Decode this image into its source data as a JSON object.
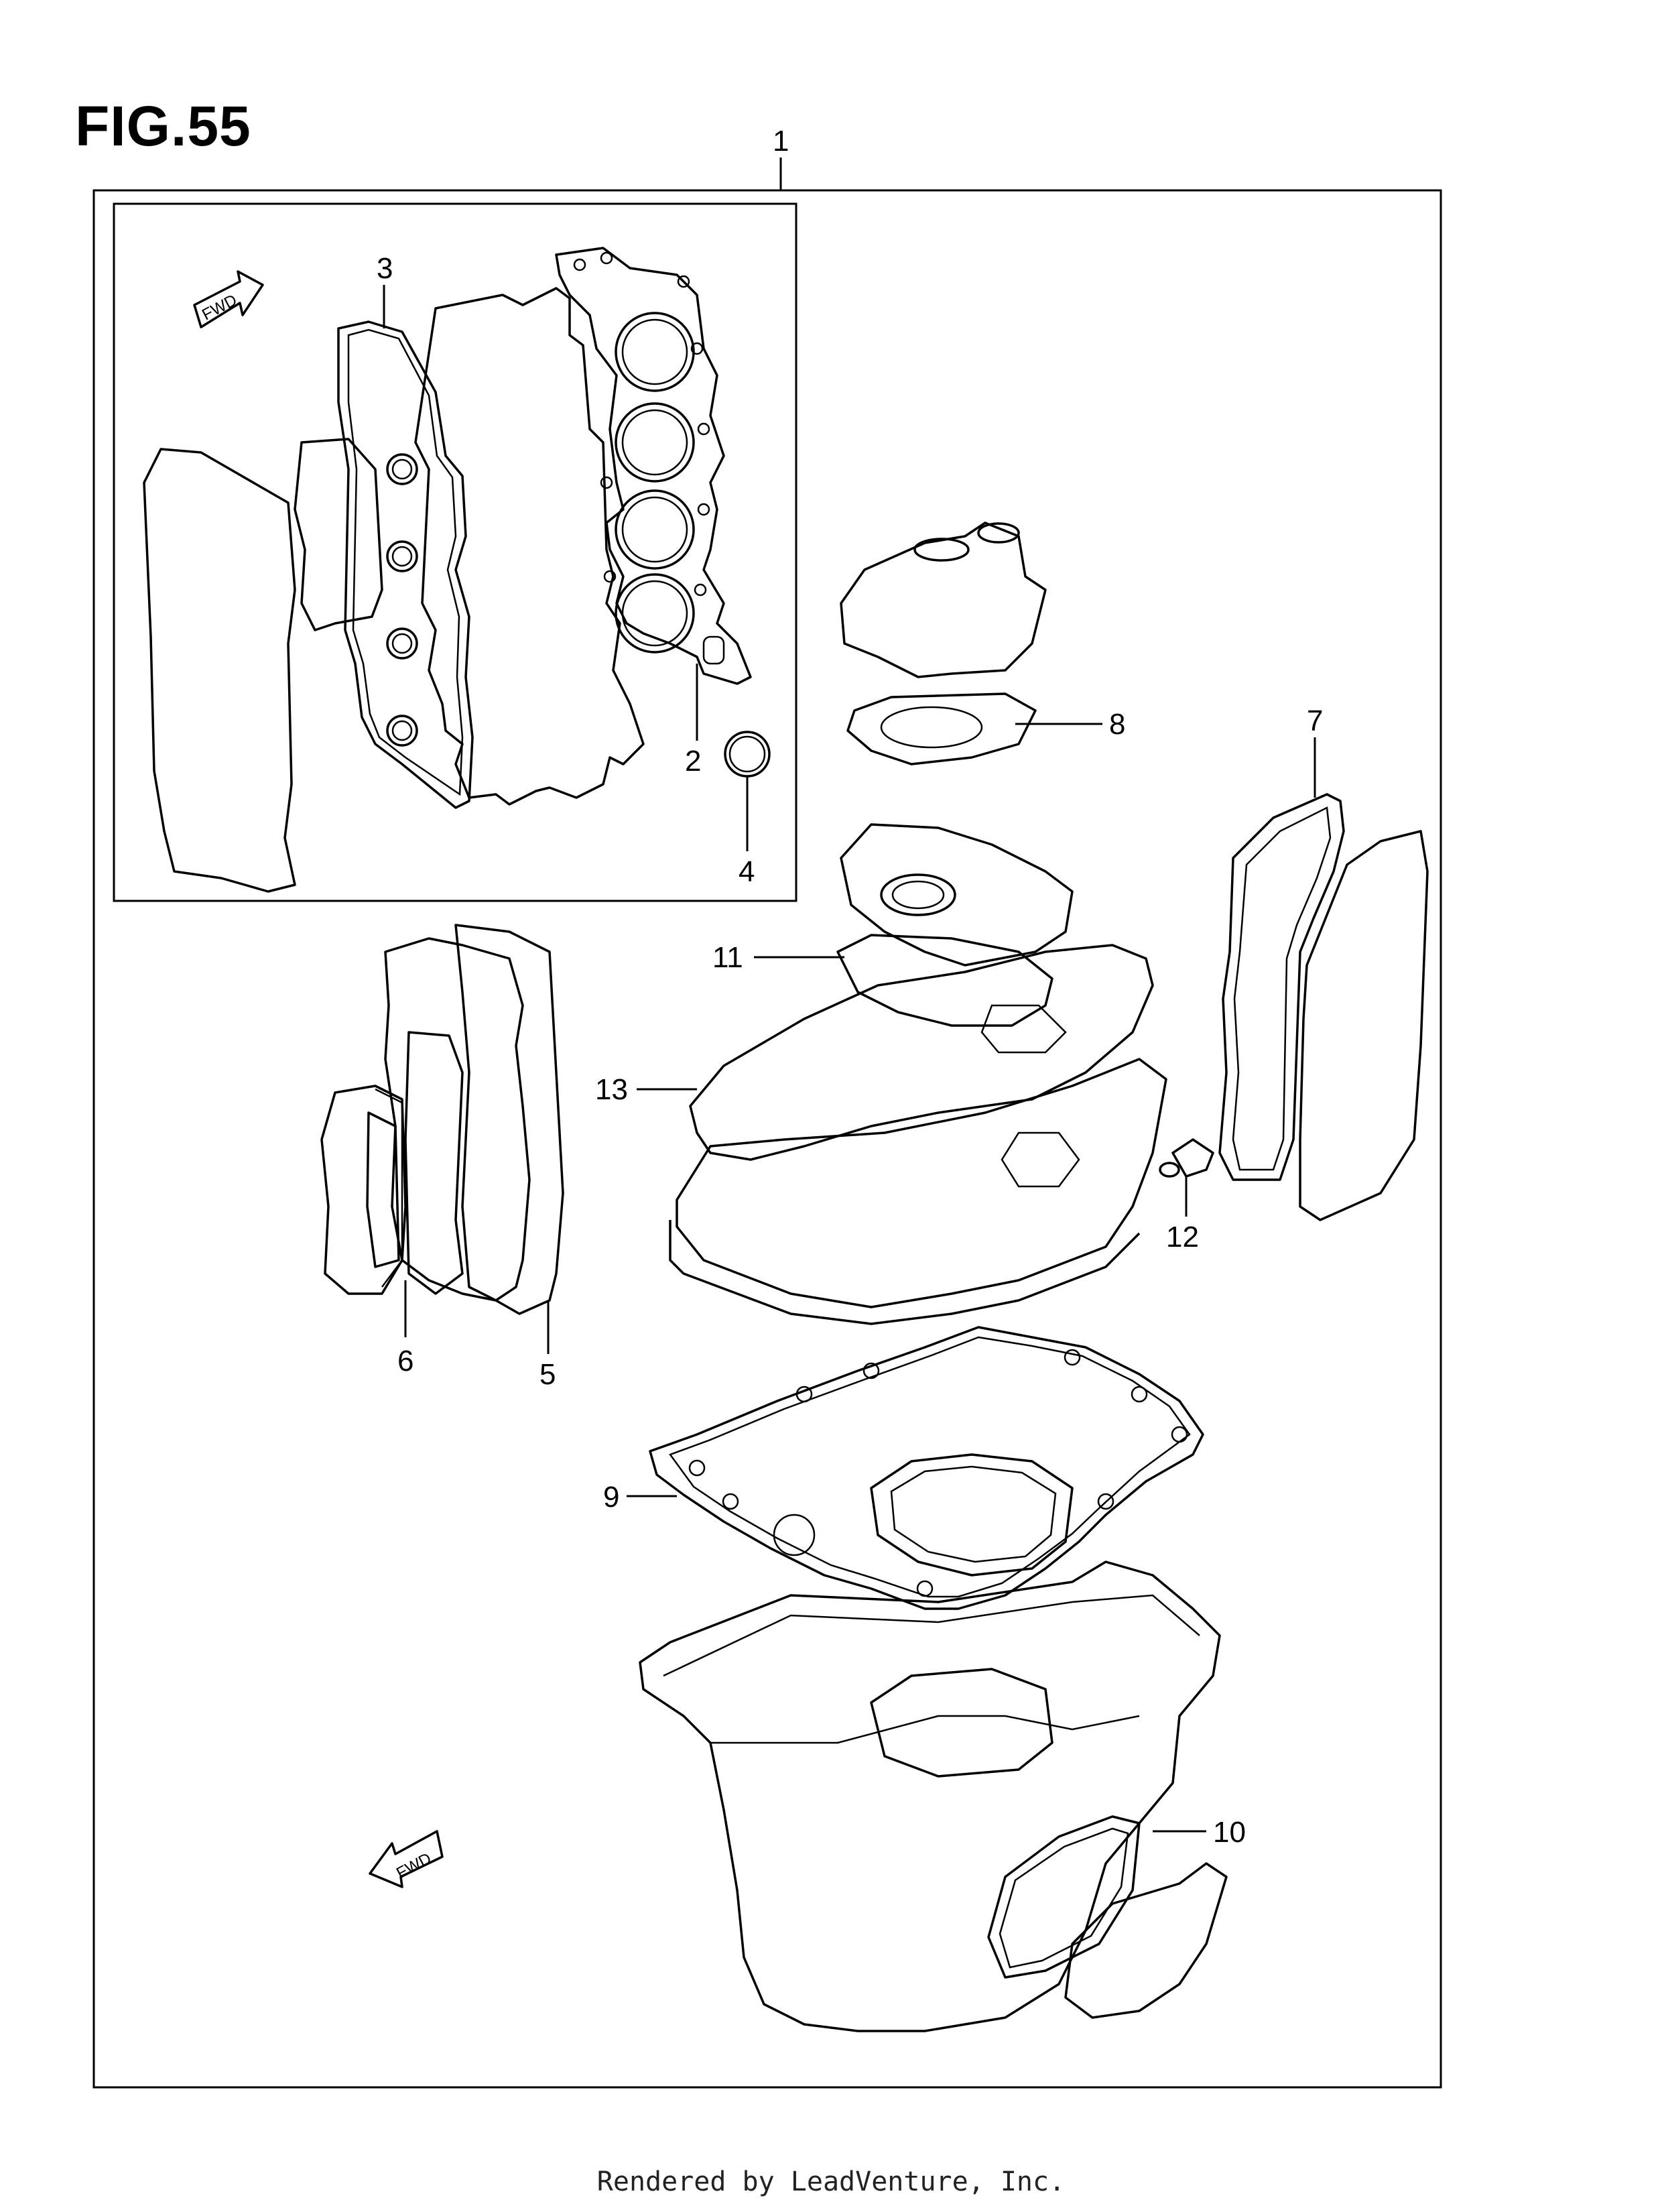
{
  "figure_title": "FIG.55",
  "footer_text": "Rendered by LeadVenture, Inc.",
  "fwd_label": "FWD",
  "callouts": [
    "1",
    "2",
    "3",
    "4",
    "5",
    "6",
    "7",
    "8",
    "9",
    "10",
    "11",
    "12",
    "13"
  ]
}
